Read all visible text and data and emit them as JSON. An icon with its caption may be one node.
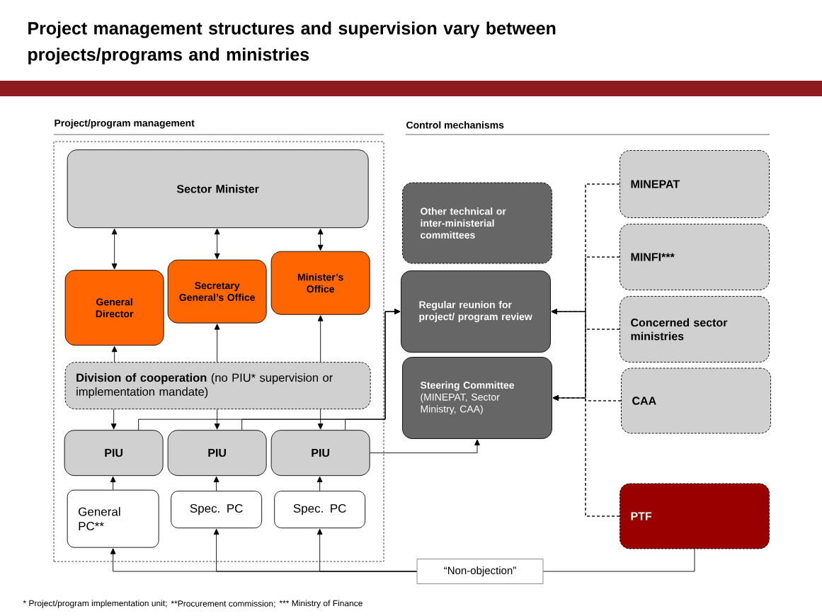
{
  "diagram": {
    "title": "Project management structures and supervision vary between projects/programs and ministries",
    "nodes": [
      {
        "text": [],
        "shape": "box"
      },
      {
        "text": [
          "Sector Minister"
        ],
        "in": 0
      },
      {
        "text": [
          "General Director"
        ],
        "in": 0
      },
      {
        "text": [
          "Secretary General’s Office"
        ],
        "in": 0
      },
      {
        "text": [
          "Minister’s Office"
        ],
        "in": 0
      },
      {
        "text": [
          "**Division of cooperation** (no PIU* supervision or implementation mandate)"
        ],
        "in": 0
      },
      {
        "text": [
          "PIU"
        ],
        "in": 0
      },
      {
        "text": [
          "PIU"
        ],
        "in": 0
      },
      {
        "text": [
          "PIU"
        ],
        "in": 0
      },
      {
        "text": [
          "General PC**"
        ],
        "in": 0
      },
      {
        "text": [
          "Spec. PC"
        ],
        "in": 0
      },
      {
        "text": [
          "Spec. PC"
        ],
        "in": 0
      },
      {
        "text": [
          "Other technical or inter-ministerial committees"
        ]
      },
      {
        "text": [
          "Regular reunion for project/ program review"
        ]
      },
      {
        "text": [
          "Steering Committee",
          "(MINEPAT, Sector Ministry, CAA)"
        ]
      },
      {
        "text": [
          "MINEPAT"
        ]
      },
      {
        "text": [
          "MINFI***"
        ]
      },
      {
        "text": [
          "Concerned sector ministries"
        ]
      },
      {
        "text": [
          "CAA"
        ]
      },
      {
        "text": [
          "PTF"
        ]
      },
      {
        "text": [
          "“Non-objection”"
        ]
      }
    ],
    "edges": [
      {
        "from": 1,
        "to": 2,
        "arrow": "both"
      },
      {
        "from": 1,
        "to": 3,
        "arrow": "both"
      },
      {
        "from": 1,
        "to": 4,
        "arrow": "both"
      },
      {
        "from": 5,
        "to": 2,
        "arrow": "to"
      },
      {
        "from": 5,
        "to": 3,
        "arrow": "to"
      },
      {
        "from": 5,
        "to": 4,
        "arrow": "to"
      },
      {
        "from": 5,
        "to": 6,
        "arrow": "to"
      },
      {
        "from": 5,
        "to": 7,
        "arrow": "to"
      },
      {
        "from": 5,
        "to": 8,
        "arrow": "to"
      },
      {
        "from": 6,
        "to": 13,
        "arrow": "to"
      },
      {
        "from": 7,
        "to": 13,
        "arrow": "to"
      },
      {
        "from": 8,
        "to": 13,
        "arrow": "to"
      },
      {
        "from": 8,
        "to": 14,
        "arrow": "to"
      },
      {
        "from": 9,
        "to": 6,
        "arrow": "to"
      },
      {
        "from": 10,
        "to": 7,
        "arrow": "to"
      },
      {
        "from": 11,
        "to": 8,
        "arrow": "to"
      },
      {
        "from": 19,
        "to": 20,
        "arrow": "none"
      },
      {
        "from": 20,
        "to": 9,
        "arrow": "to"
      },
      {
        "from": 20,
        "to": 10,
        "arrow": "to"
      },
      {
        "from": 20,
        "to": 11,
        "arrow": "to"
      },
      {
        "from": 15,
        "to": 13,
        "arrow": "to",
        "style": "dashed"
      },
      {
        "from": 16,
        "to": 13,
        "arrow": "to",
        "style": "dashed"
      },
      {
        "from": 17,
        "to": 13,
        "arrow": "to",
        "style": "dashed"
      },
      {
        "from": 18,
        "to": 13,
        "arrow": "to",
        "style": "dashed"
      },
      {
        "from": 19,
        "to": 13,
        "arrow": "to",
        "style": "dashed"
      },
      {
        "from": 15,
        "to": 14,
        "arrow": "to",
        "style": "dashed"
      },
      {
        "from": 16,
        "to": 14,
        "arrow": "to",
        "style": "dashed"
      },
      {
        "from": 17,
        "to": 14,
        "arrow": "to",
        "style": "dashed"
      },
      {
        "from": 18,
        "to": 14,
        "arrow": "to",
        "style": "dashed"
      },
      {
        "from": 19,
        "to": 14,
        "arrow": "to",
        "style": "dashed"
      }
    ],
    "labels": [
      "Project/program management",
      "Control mechanisms",
      "* Project/program implementation unit;",
      "**Procurement commission;",
      "*** Ministry of Finance"
    ]
  }
}
